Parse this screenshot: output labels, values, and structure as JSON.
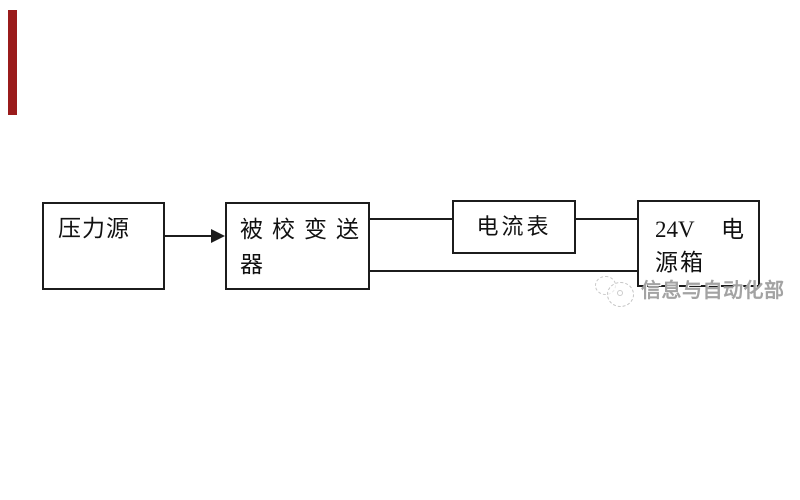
{
  "canvas": {
    "description": "transmitter calibration wiring block diagram",
    "background": "#ffffff"
  },
  "boxes": {
    "pressure_source": {
      "label": "压力源"
    },
    "transmitter": {
      "line1": "被校变送",
      "line2": "器"
    },
    "ammeter": {
      "label": "电流表"
    },
    "power_supply": {
      "line1_left": "24V",
      "line1_right": "电",
      "line2": "源箱"
    }
  },
  "watermark": {
    "text": "信息与自动化部",
    "logo": "moon-crescent-logo"
  },
  "colors": {
    "accent": "#9a1b1b",
    "line": "#1c1c1c",
    "text": "#111111",
    "watermark": "#a3a3a3",
    "bg": "#ffffff"
  }
}
